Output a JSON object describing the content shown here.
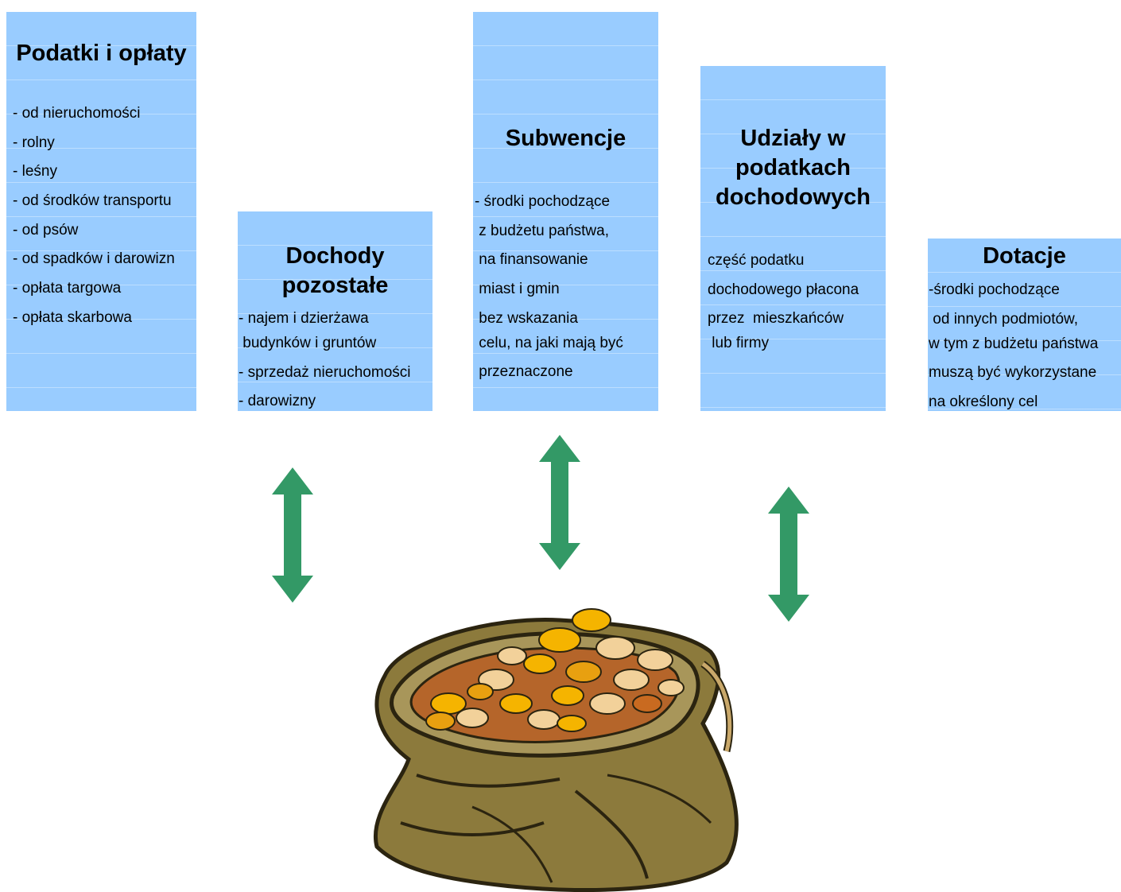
{
  "boxes": {
    "podatki": {
      "title": "Podatki i opłaty",
      "items": [
        "- od nieruchomości",
        "- rolny",
        "- leśny",
        "- od środków transportu",
        "- od psów",
        "- od spadków i darowizn",
        "- opłata targowa",
        "- opłata skarbowa"
      ]
    },
    "pozostale": {
      "title_line1": "Dochody",
      "title_line2": "pozostałe",
      "items": [
        "- najem i dzierżawa",
        " budynków i gruntów",
        "- sprzedaż nieruchomości",
        "- darowizny"
      ]
    },
    "subwencje": {
      "title": "Subwencje",
      "items": [
        "- środki pochodzące",
        " z budżetu państwa,",
        " na finansowanie",
        " miast i gmin",
        " bez wskazania",
        " celu, na jaki mają być",
        " przeznaczone"
      ]
    },
    "udzialy": {
      "title_line1": "Udziały w",
      "title_line2": "podatkach",
      "title_line3": "dochodowych",
      "items": [
        "część podatku",
        "dochodowego płacona",
        "przez  mieszkańców",
        " lub firmy"
      ]
    },
    "dotacje": {
      "title": "Dotacje",
      "items": [
        "-środki pochodzące",
        " od innych podmiotów,",
        "w tym z budżetu państwa",
        "muszą być wykorzystane",
        "na określony cel"
      ]
    }
  },
  "colors": {
    "box_fill": "#99ccff",
    "arrow": "#339966",
    "bag": "#8c7a3c"
  },
  "icons": {
    "arrows": "double-headed-vertical-arrow",
    "bag": "money-bag-with-coins"
  }
}
